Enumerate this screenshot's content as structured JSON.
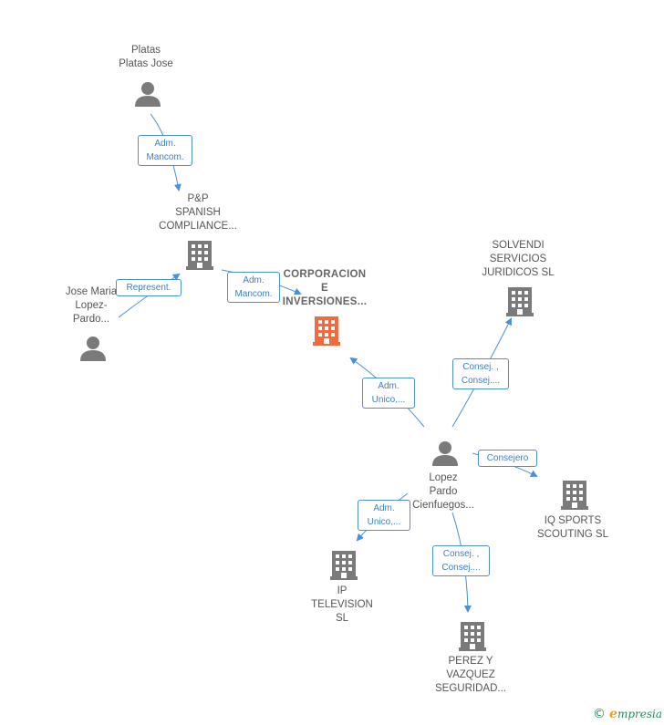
{
  "colors": {
    "person": "#7a7a7a",
    "company": "#7a7a7a",
    "focus_company": "#f26a3d",
    "edge": "#4a90d9"
  },
  "nodes": {
    "platas": {
      "label": "Platas\nPlatas Jose",
      "kind": "person"
    },
    "pp": {
      "label": "P&P\nSPANISH\nCOMPLIANCE...",
      "kind": "company"
    },
    "corporacion": {
      "label": "CORPORACION\nE\nINVERSIONES...",
      "kind": "focus_company"
    },
    "jose": {
      "label": "Jose Maria\nLopez-\nPardo...",
      "kind": "person"
    },
    "solvendi": {
      "label": "SOLVENDI\nSERVICIOS\nJURIDICOS  SL",
      "kind": "company"
    },
    "lopez": {
      "label": "Lopez\nPardo\nCienfuegos...",
      "kind": "person"
    },
    "iq": {
      "label": "IQ SPORTS\nSCOUTING  SL",
      "kind": "company"
    },
    "ip": {
      "label": "IP\nTELEVISION\nSL",
      "kind": "company"
    },
    "perez": {
      "label": "PEREZ Y\nVAZQUEZ\nSEGURIDAD...",
      "kind": "company"
    }
  },
  "edges": {
    "e1": "Adm.\nMancom.",
    "e2": "Represent.",
    "e3": "Adm.\nMancom.",
    "e4": "Adm.\nUnico,...",
    "e5": "Consej. ,\nConsej....",
    "e6": "Consejero",
    "e7": "Adm.\nUnico,...",
    "e8": "Consej. ,\nConsej...."
  },
  "footer": {
    "copyright": "©",
    "brand_initial": "e",
    "brand_rest": "mpresia"
  }
}
